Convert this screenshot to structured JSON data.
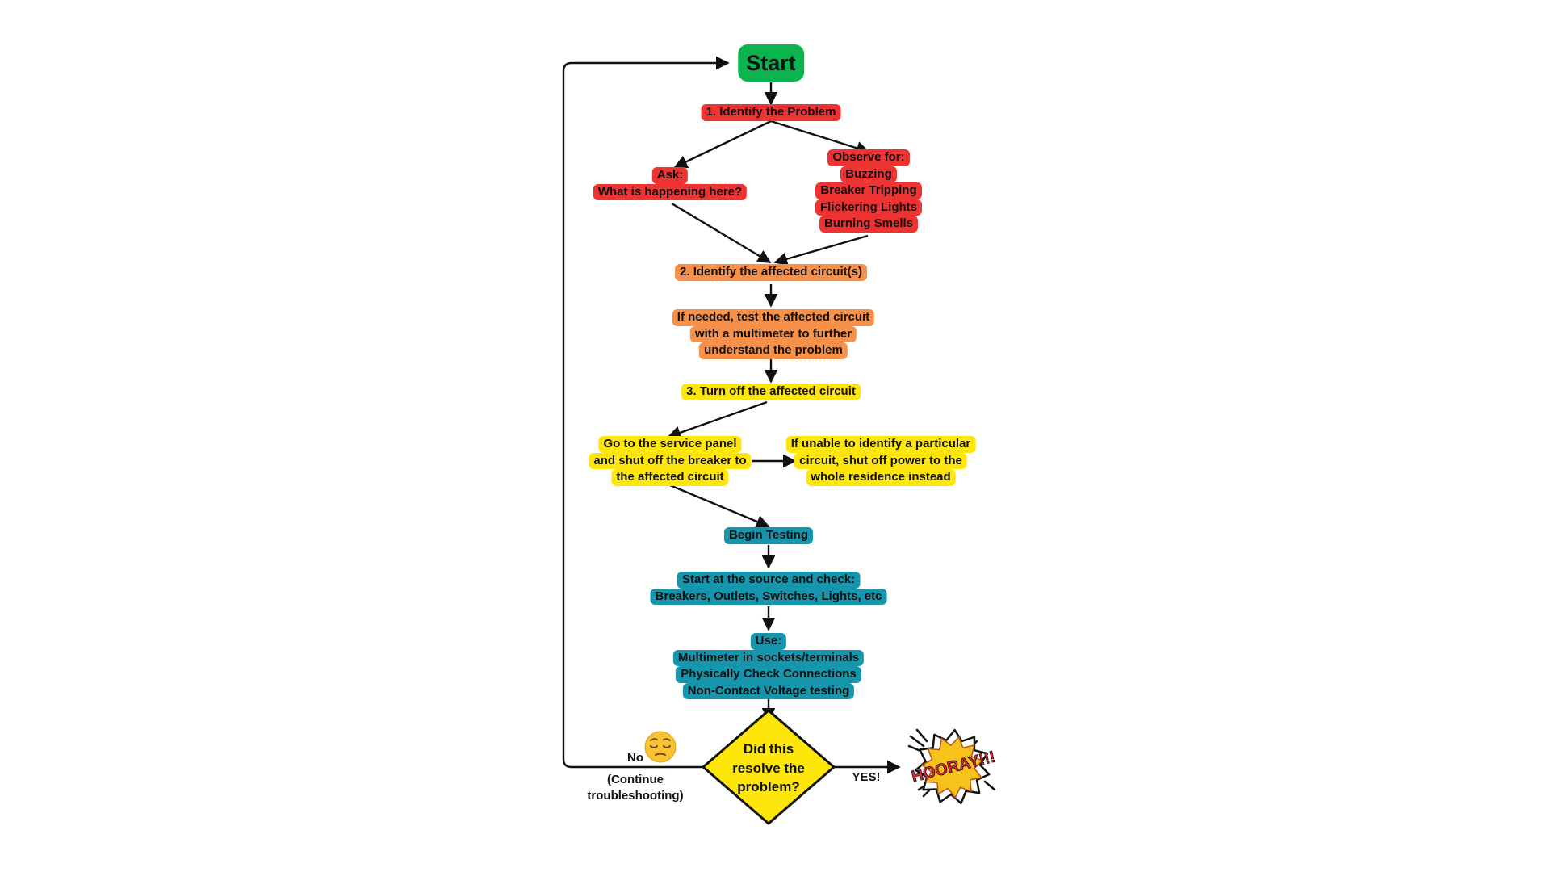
{
  "colors": {
    "start": "#0cb450",
    "red": "#ef3232",
    "orange": "#f79048",
    "yellow": "#ffe60a",
    "teal": "#1596ad",
    "decision": "#ffe60a",
    "burst_outer": "#ffffff",
    "burst_inner": "#f7c21a",
    "burst_text": "#e3262b"
  },
  "nodes": {
    "start": [
      "Start"
    ],
    "identify": [
      "1. Identify the Problem"
    ],
    "ask": [
      "Ask:",
      "What is happening here?"
    ],
    "observe": [
      "Observe for:",
      "Buzzing",
      "Breaker Tripping",
      "Flickering Lights",
      "Burning Smells"
    ],
    "circuits": [
      "2. Identify the affected circuit(s)"
    ],
    "multimeter": [
      "If needed, test the affected circuit",
      "with a multimeter to further",
      "understand the problem"
    ],
    "turnoff": [
      "3. Turn off the affected circuit"
    ],
    "panel": [
      "Go to the service panel",
      "and shut off the breaker to",
      "the affected circuit"
    ],
    "unable": [
      "If unable to identify a particular",
      "circuit, shut off power to the",
      "whole residence instead"
    ],
    "begin": [
      "Begin Testing"
    ],
    "source": [
      "Start at the source and check:",
      "Breakers, Outlets, Switches, Lights, etc"
    ],
    "use": [
      "Use:",
      "Multimeter in sockets/terminals",
      "Physically Check Connections",
      "Non-Contact Voltage testing"
    ]
  },
  "decision": {
    "lines": [
      "Did this",
      "resolve the",
      "problem?"
    ]
  },
  "labels": {
    "no": "No",
    "continue": [
      "(Continue",
      "troubleshooting)"
    ],
    "yes": "YES!"
  },
  "icons": {
    "no_emoji": "pensive-face-icon",
    "celebration": "comic-burst-icon",
    "celebration_text": "HOORAY!!!"
  }
}
